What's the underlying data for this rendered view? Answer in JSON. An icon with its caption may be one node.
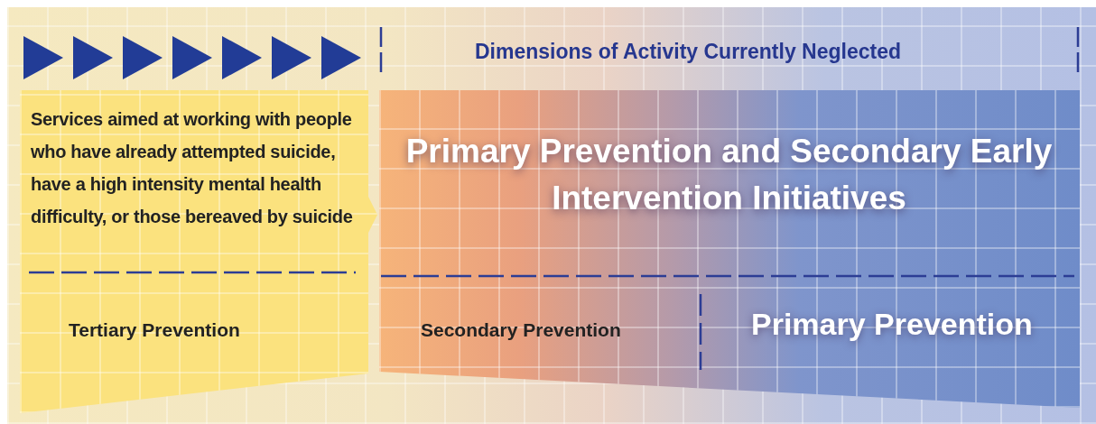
{
  "diagram": {
    "nodes": [
      {
        "text": [
          "Services aimed at working with people who have already attempted suicide, have a high intensity mental health difficulty, or those bereaved by suicide",
          "Tertiary Prevention"
        ]
      },
      {
        "text": [
          "Primary Prevention and Secondary Early Intervention Initiatives",
          "Secondary Prevention",
          "Primary Prevention"
        ]
      }
    ],
    "labels": [
      "Dimensions of Activity Currently Neglected"
    ]
  }
}
